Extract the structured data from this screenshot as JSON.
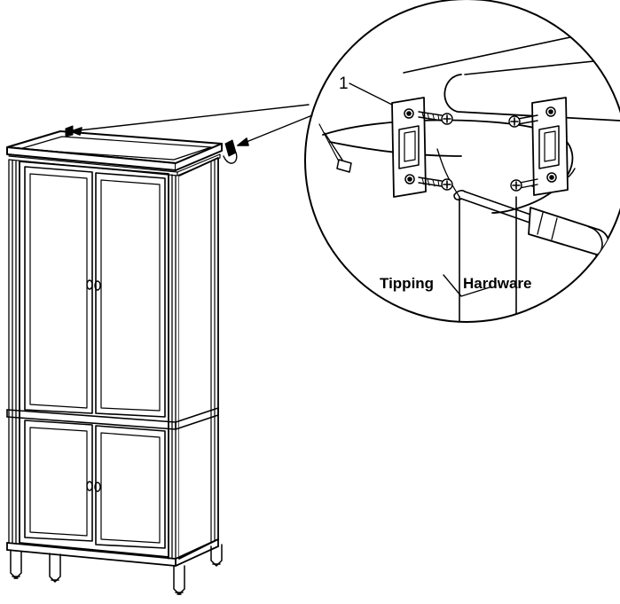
{
  "diagram": {
    "callout_number": "1",
    "caption_left": "Tipping",
    "caption_right": "Hardware"
  },
  "colors": {
    "ink": "#000000",
    "paper": "#ffffff"
  },
  "icons": [
    "cabinet-illustration",
    "tipping-hardware-detail",
    "wall-bracket",
    "cabinet-bracket",
    "screw",
    "cable-tie",
    "screwdriver"
  ]
}
